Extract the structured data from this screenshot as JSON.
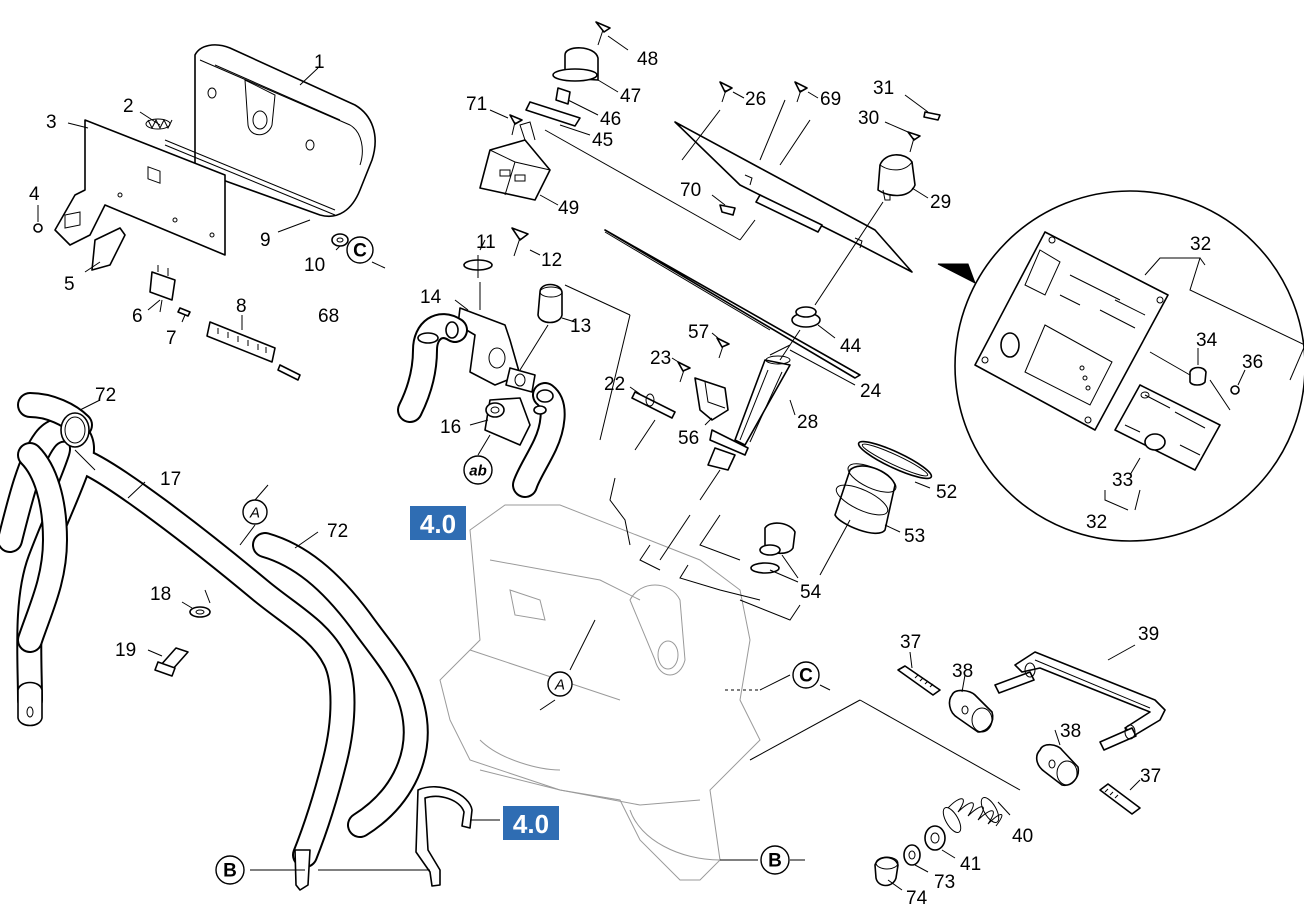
{
  "part_numbers": [
    "1",
    "2",
    "3",
    "4",
    "5",
    "6",
    "7",
    "8",
    "68",
    "9",
    "10",
    "71",
    "46",
    "45",
    "47",
    "48",
    "49",
    "26",
    "69",
    "31",
    "30",
    "70",
    "29",
    "11",
    "12",
    "14",
    "13",
    "16",
    "57",
    "23",
    "22",
    "56",
    "28",
    "44",
    "24",
    "52",
    "53",
    "54",
    "17",
    "72",
    "72",
    "18",
    "19",
    "37",
    "38",
    "39",
    "38",
    "37",
    "40",
    "41",
    "73",
    "74",
    "32",
    "34",
    "36",
    "33",
    "32"
  ],
  "callouts": {
    "c": "C",
    "a": "A",
    "b": "B",
    "ab": "ab"
  },
  "badges": [
    "4.0",
    "4.0"
  ],
  "colors": {
    "badge": "#2f6db3",
    "ghost": "#9a9a9a"
  }
}
